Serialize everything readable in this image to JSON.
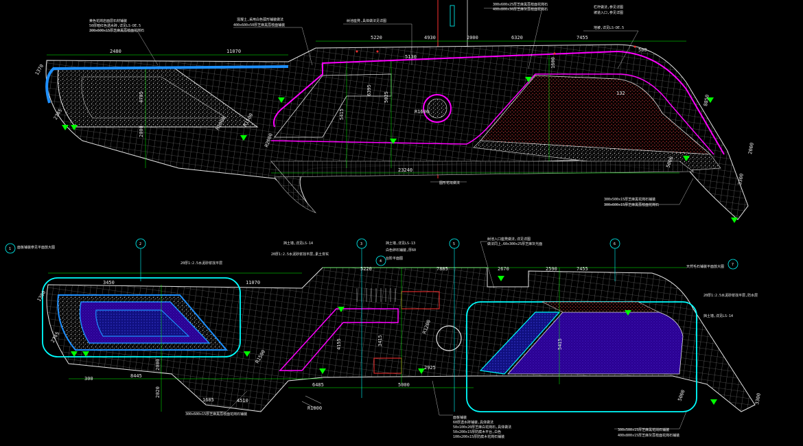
{
  "colors": {
    "background": "#000000",
    "outline_white": "#e6e6e6",
    "paving_grey": "#9a9a9a",
    "magenta": "#ff00ff",
    "blue": "#1e90ff",
    "cyan": "#00ffff",
    "green": "#00ff00",
    "yellow": "#ffff00",
    "red": "#ff3030",
    "purple": "#3a00c8"
  },
  "top_plan": {
    "dimensions": {
      "d2480": "2480",
      "d11070": "11070",
      "d5220": "5220",
      "d4930": "4930",
      "d2000a": "2000",
      "d6320": "6320",
      "d7455": "7455",
      "d23240": "23240",
      "d5130": "5130",
      "d5415": "5415",
      "d5025": "5025",
      "d4705": "4705",
      "d2000b": "2000",
      "r1000": "R1000",
      "r1500": "R1500",
      "r1600": "R1600",
      "r2000": "R2000",
      "d2745": "2745",
      "d1370": "1370",
      "d5000": "5000",
      "d3300": "3300",
      "d2000c": "2000",
      "d8850": "8850",
      "d1600": "1600",
      "d500": "500",
      "d132": "132",
      "d6395": "6395"
    },
    "notes": {
      "n1": "黄色花岗岩面层石材铺装",
      "n2": "50厚暗红色透水砖,详见LS-DE.5",
      "n3": "300x600x15厚芝麻黑荔枝面花岗石",
      "n4": "混凝土,采用白色弧形铺装做法",
      "n5": "400x600x50厚芝麻黑荔枝面铺装",
      "n6": "地被,详见LS-DE.5",
      "n7": "栏杆做法,参见详图",
      "n8": "300x600x25厚芝麻黑荔枝面花岗石",
      "n9": "树池座凳,具体做法见详图",
      "n10": "400x800x30厚芝麻灰荔枝面花岗石",
      "n11": "300x500x15厚芝麻黑花岗石铺装",
      "n12": "坡道入口,参见详图",
      "n13": "圆形花坛做法"
    }
  },
  "bottom_plan": {
    "dimensions": {
      "d3450": "3450",
      "d11070": "11070",
      "d5220": "5220",
      "d7885": "7885",
      "d2670": "2670",
      "d2590": "2590",
      "d7455": "7455",
      "d8445": "8445",
      "d4510": "4510",
      "d6485": "6485",
      "d5000": "5000",
      "d2925": "2925",
      "d2020": "2020",
      "d300": "300",
      "r1000": "R1000",
      "r1200": "R1200",
      "r1500": "R1500",
      "d3415": "3415",
      "d5415": "5415",
      "d4155": "4155",
      "d2000": "2000",
      "d1685": "1685",
      "d2745": "2745",
      "d1380": "1380",
      "d5000b": "5000",
      "d3300": "3300"
    },
    "tags": {
      "t1": "1",
      "t2": "2",
      "t3": "3",
      "t4": "4",
      "t5": "5",
      "t6": "6",
      "t7": "7"
    },
    "notes": {
      "n1": "面板铺装参见平面放大图",
      "n2": "20厚1:2.5水泥砂浆找平层",
      "n3": "挡土墙,详见LS-14",
      "n4": "300x600x15厚芝麻黑荔枝面花岗石铺装",
      "n5": "挡土墙,详见LS-13",
      "n6": "白色卵石铺装,厚60",
      "n7": "台阶平面图",
      "n8": "树池入口座凳做法,详见详图",
      "n9": "做法同上,60x300x25厚芝麻灰光面",
      "n10": "天然毛石铺装平面放大图",
      "n11": "20厚1:2.5水泥砂浆找平层,防水层",
      "n12": "挡土墙,详见LS-14",
      "n13": "面板铺装",
      "n14": "60厚透水砖铺装,具体做法",
      "n15": "50x100x20厚芝麻白花岗石,具体做法",
      "n16": "50x200x15厚防腐木平台,白色",
      "n17": "100x200x15厚防腐木花岗石铺装",
      "n18": "300x500x15厚芝麻黑花岗石铺装",
      "n19": "400x800x15厚芝麻灰荔枝面花岗石铺装",
      "n20": "20厚1:2.5水泥砂浆找平层,素土夯实"
    }
  }
}
